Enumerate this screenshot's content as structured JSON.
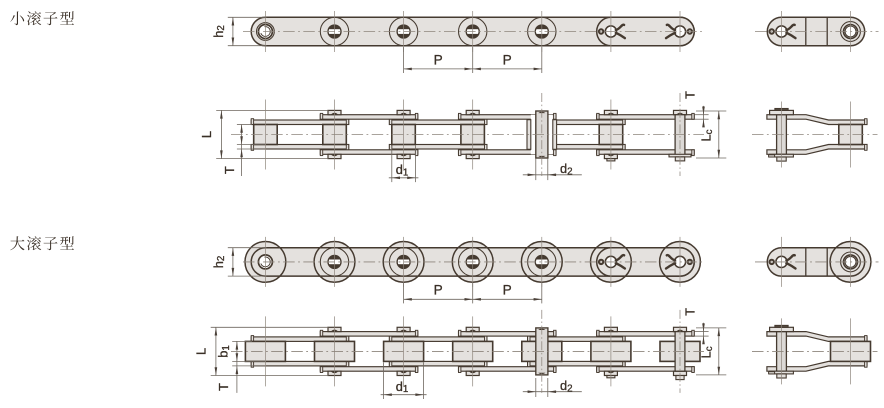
{
  "titles": {
    "small_roller": "小滚子型",
    "large_roller": "大滚子型"
  },
  "dim_labels": {
    "h2": {
      "base": "h",
      "sub": "2"
    },
    "P": {
      "base": "P",
      "sub": ""
    },
    "L": {
      "base": "L",
      "sub": ""
    },
    "T": {
      "base": "T",
      "sub": ""
    },
    "d1": {
      "base": "d",
      "sub": "1"
    },
    "d2": {
      "base": "d",
      "sub": "2"
    },
    "Lc": {
      "base": "L",
      "sub": "c"
    },
    "b1": {
      "base": "b",
      "sub": "1"
    }
  },
  "colors": {
    "outline": "#453a30",
    "fill": "#e4e1de",
    "pin_fill": "#dcd9d6",
    "centerline": "#8d857c",
    "dimension": "#6e675f",
    "arrowhead": "#4a4038",
    "text": "#3a3027",
    "background": "#ffffff"
  }
}
